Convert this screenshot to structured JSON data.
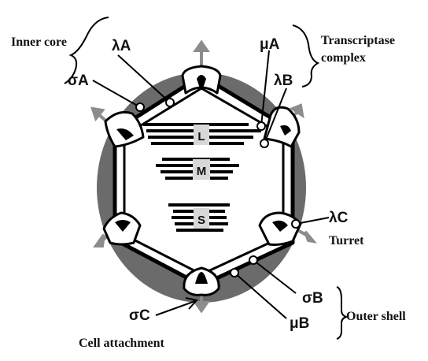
{
  "labels": {
    "inner_core": "Inner core",
    "transcriptase_complex_line1": "Transcriptase",
    "transcriptase_complex_line2": "complex",
    "turret": "Turret",
    "outer_shell": "Outer shell",
    "cell_attachment": "Cell attachment"
  },
  "proteins": {
    "lambda_a": "λA",
    "sigma_a": "σA",
    "mu_a": "μA",
    "lambda_b": "λB",
    "lambda_c": "λC",
    "sigma_b": "σB",
    "mu_b": "μB",
    "sigma_c": "σC"
  },
  "genome_segments": {
    "large": "L",
    "medium": "M",
    "small": "S"
  },
  "colors": {
    "outer_shell": "#6b6b6b",
    "turret_fill": "#ffffff",
    "spike": "#8c8c8c",
    "core_outline": "#000000"
  }
}
